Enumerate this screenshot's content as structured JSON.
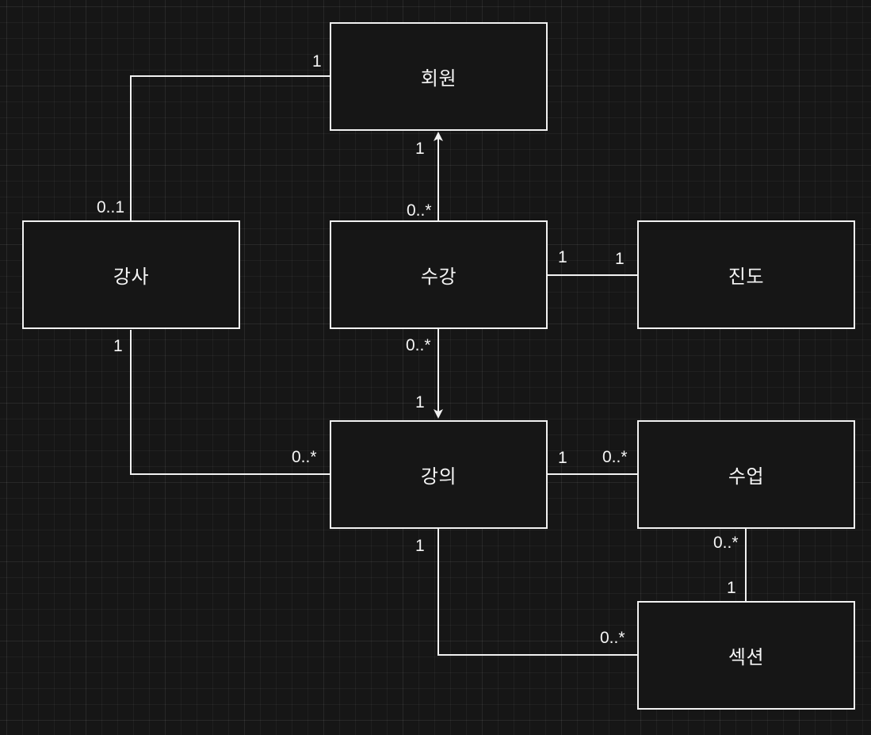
{
  "entities": {
    "member": "회원",
    "instructor": "강사",
    "enrollment": "수강",
    "progress": "진도",
    "course": "강의",
    "lesson": "수업",
    "section": "섹션"
  },
  "relations": {
    "instructor_member": {
      "member_side": "1",
      "instructor_side": "0..1"
    },
    "enrollment_member": {
      "member_side": "1",
      "enrollment_side": "0..*"
    },
    "enrollment_progress": {
      "enrollment_side": "1",
      "progress_side": "1"
    },
    "instructor_course": {
      "instructor_side": "1",
      "course_side": "0..*"
    },
    "enrollment_course": {
      "enrollment_side": "0..*",
      "course_side": "1"
    },
    "course_lesson": {
      "course_side": "1",
      "lesson_side": "0..*"
    },
    "lesson_section": {
      "lesson_side": "0..*",
      "section_side": "1"
    },
    "course_section": {
      "course_side": "1",
      "section_side": "0..*"
    }
  },
  "colors": {
    "background": "#161616",
    "stroke": "#f2f2f2",
    "text": "#f5f5f5"
  }
}
